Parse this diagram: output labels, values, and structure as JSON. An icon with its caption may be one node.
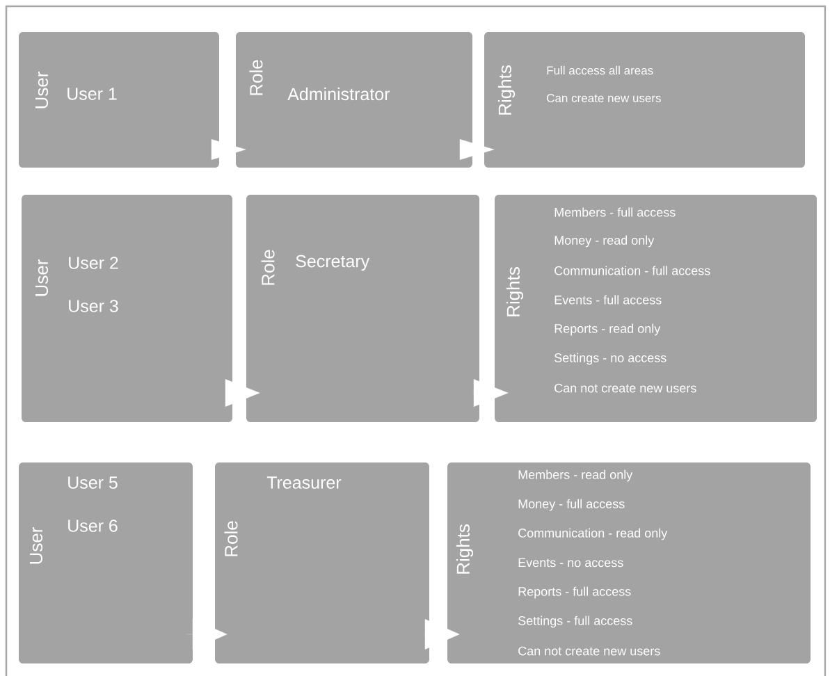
{
  "diagram": {
    "nodes": [
      {
        "text": [
          "User",
          "User 1"
        ]
      },
      {
        "text": [
          "Role",
          "Administrator"
        ]
      },
      {
        "text": [
          "Rights",
          "Full access all areas",
          "Can create new users"
        ]
      },
      {
        "text": [
          "User",
          "User 2",
          "User 3"
        ]
      },
      {
        "text": [
          "Role",
          "Secretary"
        ]
      },
      {
        "text": [
          "Rights",
          "Members - full access",
          "Money - read only",
          "Communication - full access",
          "Events - full access",
          "Reports - read only",
          "Settings - no access",
          "Can not create new users"
        ]
      },
      {
        "text": [
          "User",
          "User 5",
          "User 6"
        ]
      },
      {
        "text": [
          "Role",
          "Treasurer"
        ]
      },
      {
        "text": [
          "Rights",
          "Members - read only",
          "Money - full access",
          "Communication - read only",
          "Events - no access",
          "Reports - full access",
          "Settings - full access",
          "Can not create new users"
        ]
      }
    ],
    "edges": [
      {
        "from": 0,
        "to": 1,
        "arrow": "to"
      },
      {
        "from": 1,
        "to": 2,
        "arrow": "to"
      },
      {
        "from": 3,
        "to": 4,
        "arrow": "to"
      },
      {
        "from": 4,
        "to": 5,
        "arrow": "to"
      },
      {
        "from": 6,
        "to": 7,
        "arrow": "to"
      },
      {
        "from": 7,
        "to": 8,
        "arrow": "to"
      }
    ]
  }
}
